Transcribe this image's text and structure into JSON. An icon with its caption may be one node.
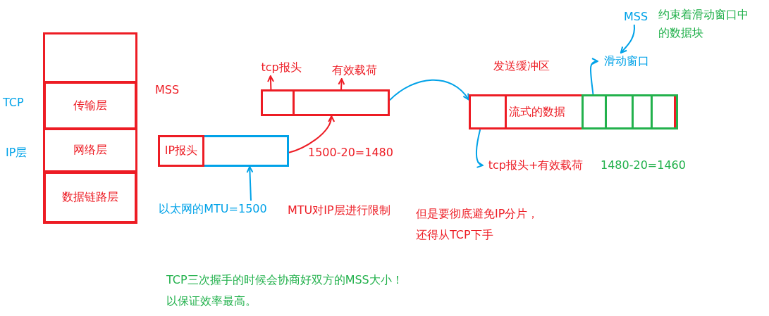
{
  "diagram": {
    "nodes": [
      {
        "text": [],
        "shape": "box"
      },
      {
        "text": [
          "传输层"
        ]
      },
      {
        "text": [
          "网络层"
        ]
      },
      {
        "text": [
          "数据链路层"
        ]
      },
      {
        "text": [],
        "shape": "box"
      },
      {
        "text": [
          "IP报头"
        ],
        "in": 4
      },
      {
        "text": [],
        "shape": "box"
      },
      {
        "text": [],
        "shape": "box"
      },
      {
        "text": [
          "tcp报头"
        ]
      },
      {
        "text": [
          "有效载荷"
        ]
      },
      {
        "text": [
          "流式的数据"
        ]
      },
      {
        "text": [],
        "shape": "box",
        "in": 10
      },
      {
        "text": [],
        "shape": "box",
        "in": 10
      },
      {
        "text": [
          "tcp报头+有效载荷"
        ]
      },
      {
        "text": [
          "滑动窗口"
        ]
      },
      {
        "text": [
          "MSS"
        ]
      },
      {
        "text": [
          "以太网的MTU=1500"
        ]
      }
    ],
    "edges": [
      {
        "from": 6,
        "to": 8,
        "arrow": "to",
        "color": "#ed1c24"
      },
      {
        "from": 7,
        "to": 9,
        "arrow": "to",
        "color": "#ed1c24"
      },
      {
        "from": 4,
        "to": 7,
        "arrow": "to",
        "color": "#ed1c24"
      },
      {
        "from": 7,
        "to": 10,
        "arrow": "to",
        "color": "#00a2e8"
      },
      {
        "from": 11,
        "to": 13,
        "arrow": "to",
        "color": "#00a2e8"
      },
      {
        "from": 12,
        "to": 14,
        "arrow": "to",
        "color": "#00a2e8"
      },
      {
        "from": 15,
        "to": 14,
        "arrow": "to",
        "color": "#00a2e8"
      },
      {
        "from": 16,
        "to": 4,
        "arrow": "to",
        "color": "#00a2e8"
      }
    ],
    "labels": [
      "TCP",
      "IP层",
      "MSS",
      "1500-20=1480",
      "发送缓冲区",
      "1480-20=1460",
      "约束着滑动窗口中的数据块",
      "MTU对IP层进行限制",
      "但是要彻底避免IP分片，还得从TCP下手",
      "TCP三次握手的时候会协商好双方的MSS大小！以保证效率最高。"
    ]
  }
}
